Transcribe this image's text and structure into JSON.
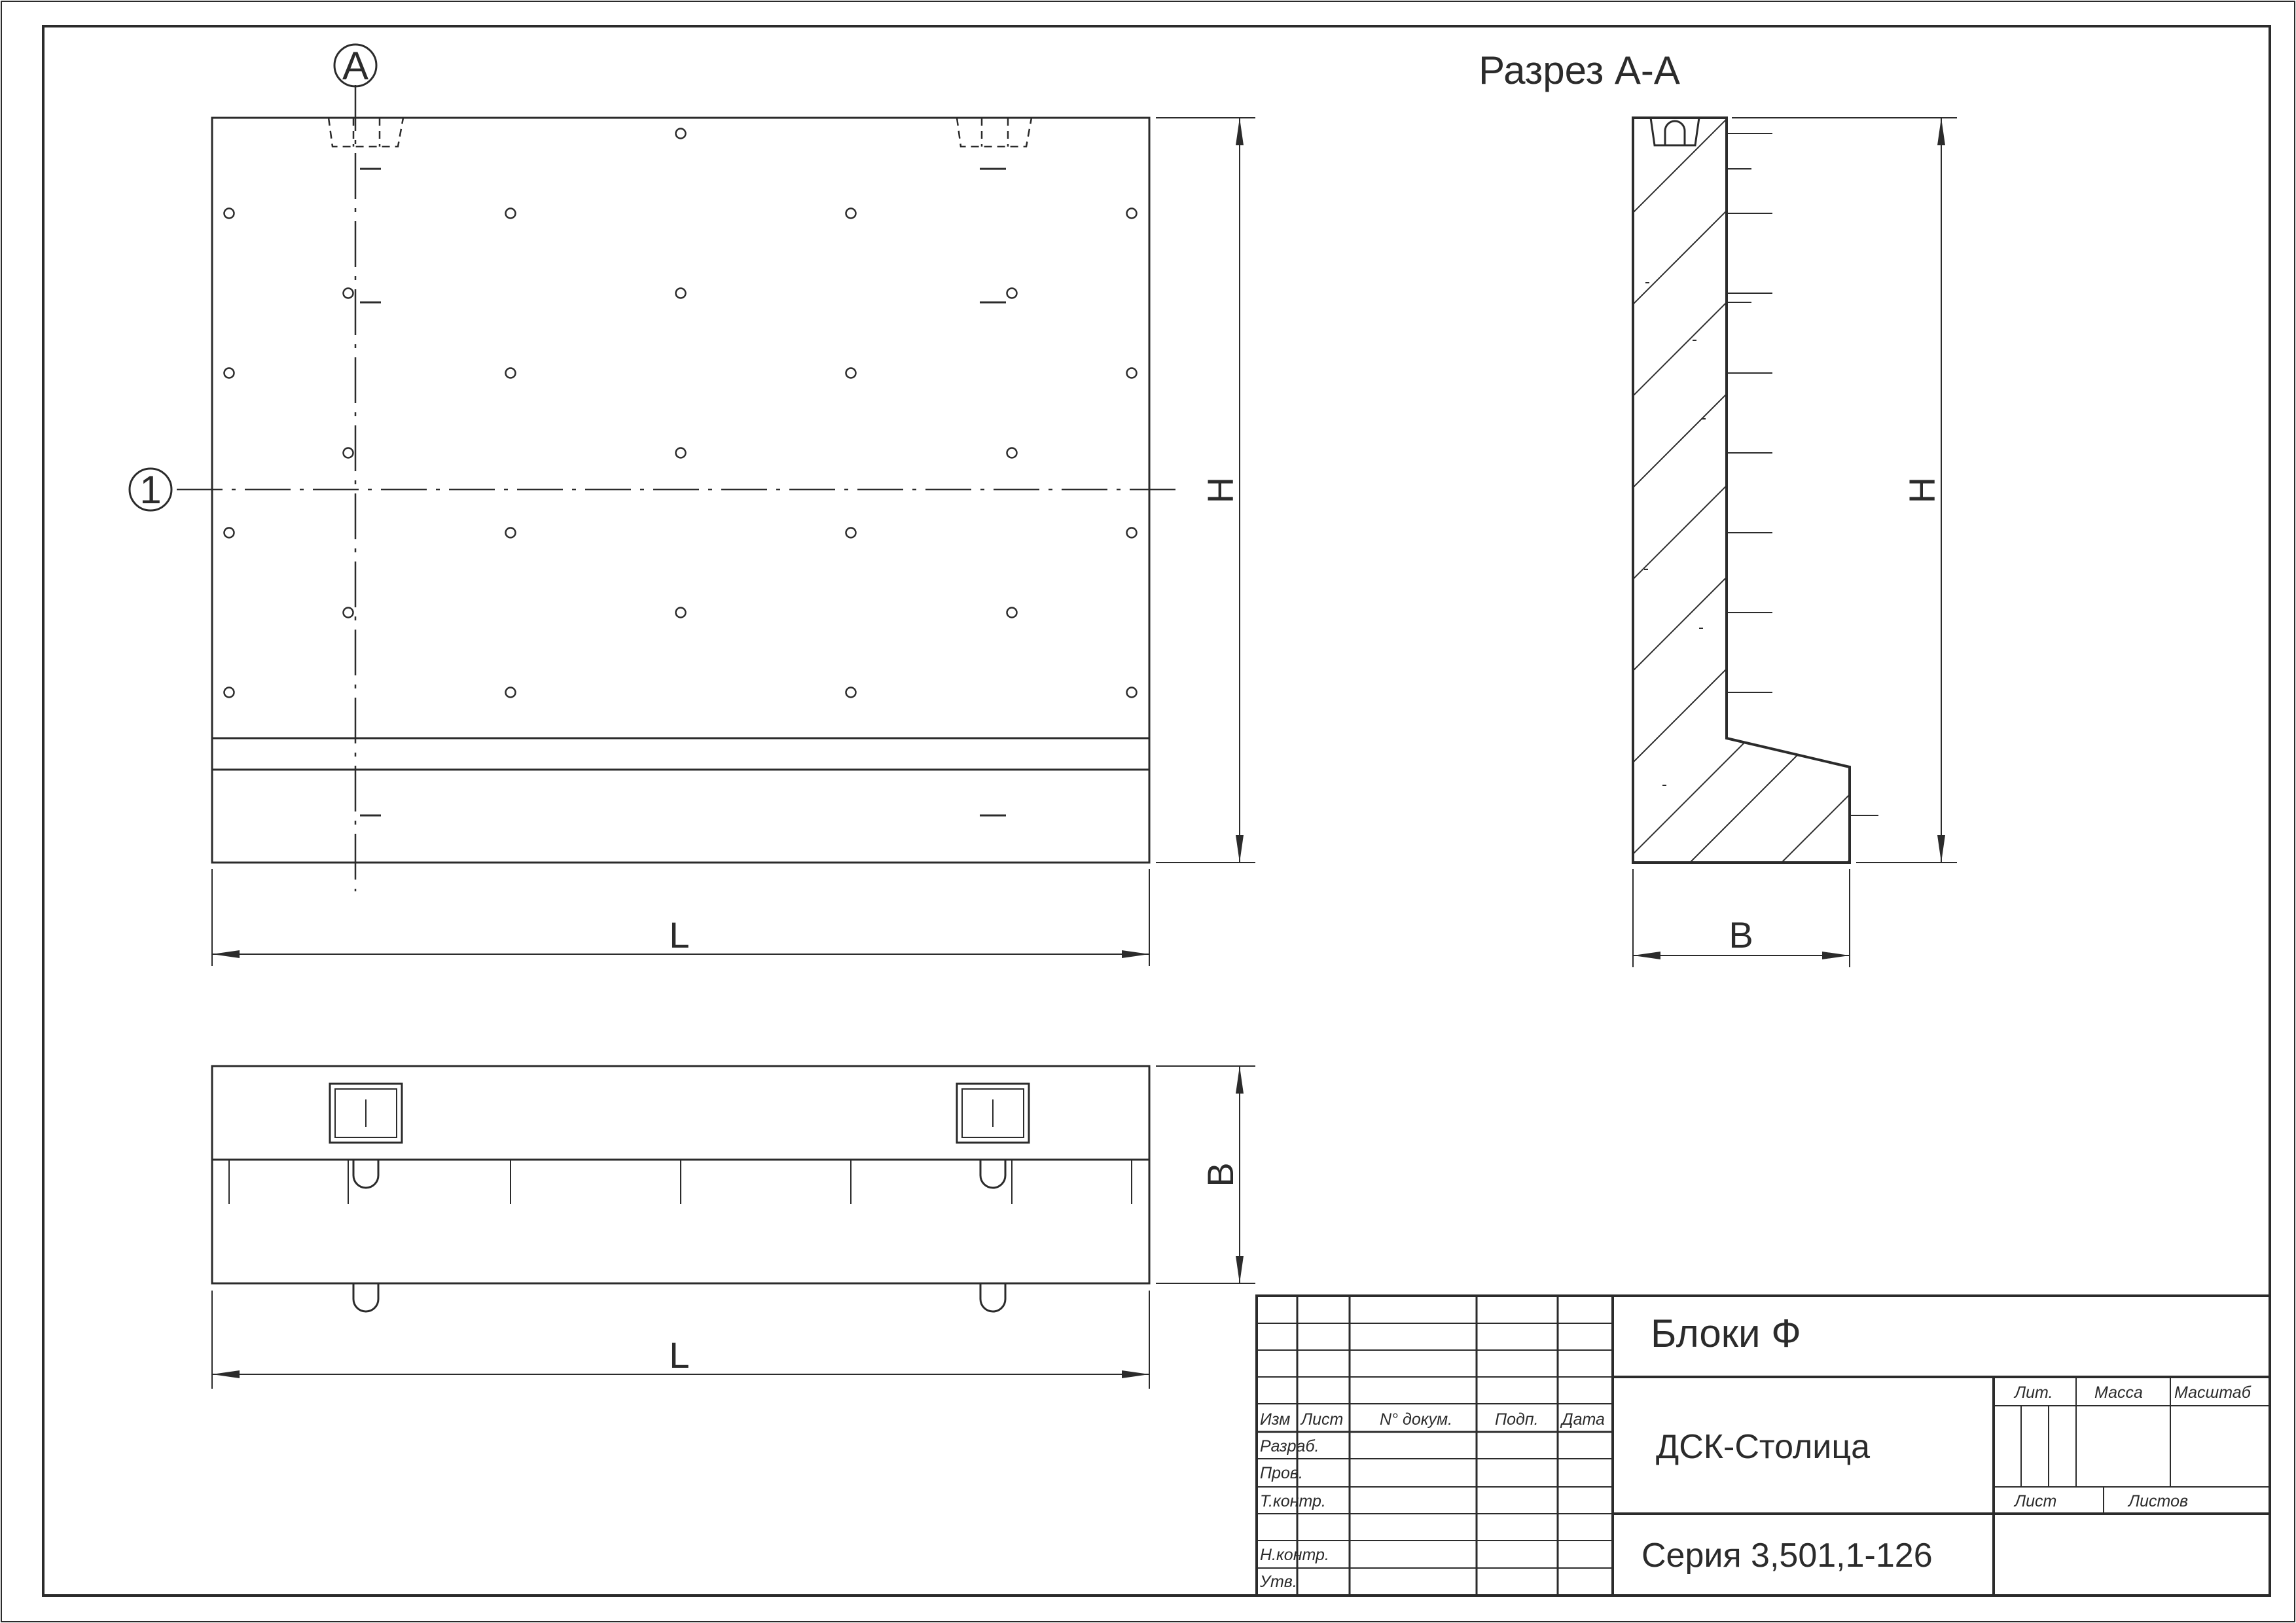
{
  "views": {
    "section_title": "Разрез А-А",
    "section_marker": "А",
    "axis_marker": "1"
  },
  "dimensions": {
    "length": "L",
    "height": "H",
    "width": "B"
  },
  "title_block": {
    "product": "Блоки Ф",
    "organization": "ДСК-Столица",
    "series": "Серия 3,501,1-126",
    "columns": {
      "change": "Изм",
      "sheet": "Лист",
      "doc_no": "N° докум.",
      "signature": "Подп.",
      "date": "Дата"
    },
    "rows": {
      "developed": "Разраб.",
      "checked": "Пров.",
      "tech_control": "Т.контр.",
      "norm_control": "Н.контр.",
      "approved": "Утв."
    },
    "meta": {
      "letter": "Лит.",
      "mass": "Масса",
      "scale": "Масштаб",
      "sheet": "Лист",
      "sheets": "Листов"
    }
  }
}
